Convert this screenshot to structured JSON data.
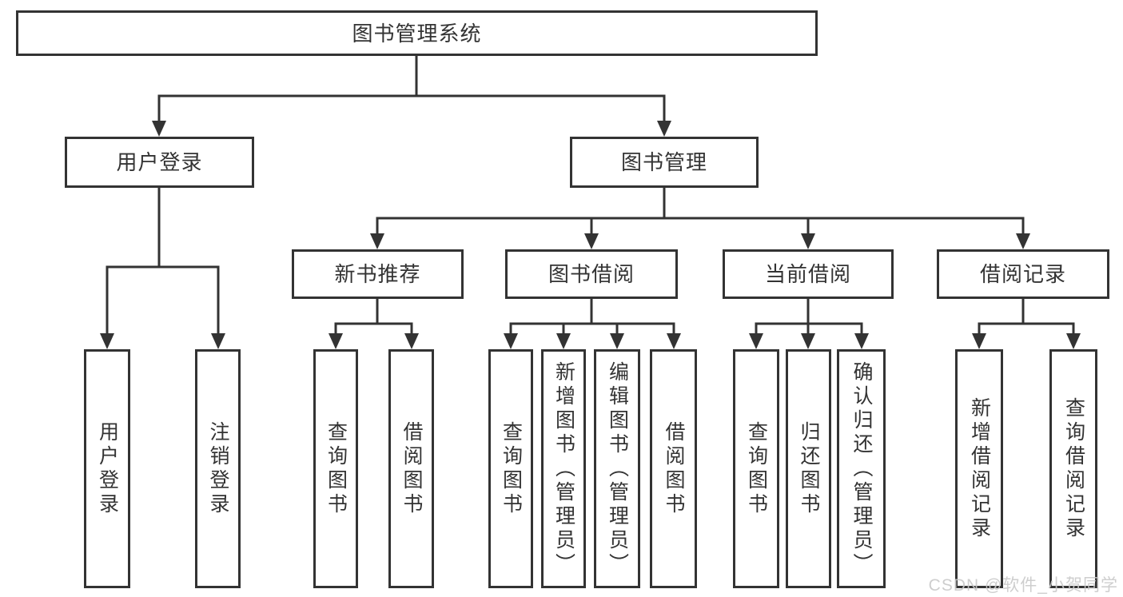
{
  "diagram_type": "tree",
  "tree": {
    "label": "图书管理系统",
    "children": [
      {
        "label": "用户登录",
        "children": [
          {
            "label": "用户登录"
          },
          {
            "label": "注销登录"
          }
        ]
      },
      {
        "label": "图书管理",
        "children": [
          {
            "label": "新书推荐",
            "children": [
              {
                "label": "查询图书"
              },
              {
                "label": "借阅图书"
              }
            ]
          },
          {
            "label": "图书借阅",
            "children": [
              {
                "label": "查询图书"
              },
              {
                "label": "新增图书（管理员）"
              },
              {
                "label": "编辑图书（管理员）"
              },
              {
                "label": "借阅图书"
              }
            ]
          },
          {
            "label": "当前借阅",
            "children": [
              {
                "label": "查询图书"
              },
              {
                "label": "归还图书"
              },
              {
                "label": "确认归还（管理员）"
              }
            ]
          },
          {
            "label": "借阅记录",
            "children": [
              {
                "label": "新增借阅记录"
              },
              {
                "label": "查询借阅记录"
              }
            ]
          }
        ]
      }
    ]
  },
  "watermark": {
    "text": "CSDN @软件_小贺同学"
  },
  "colors": {
    "line": "#333333",
    "text": "#333333",
    "background": "#ffffff",
    "watermark": "#c9c9c9"
  }
}
